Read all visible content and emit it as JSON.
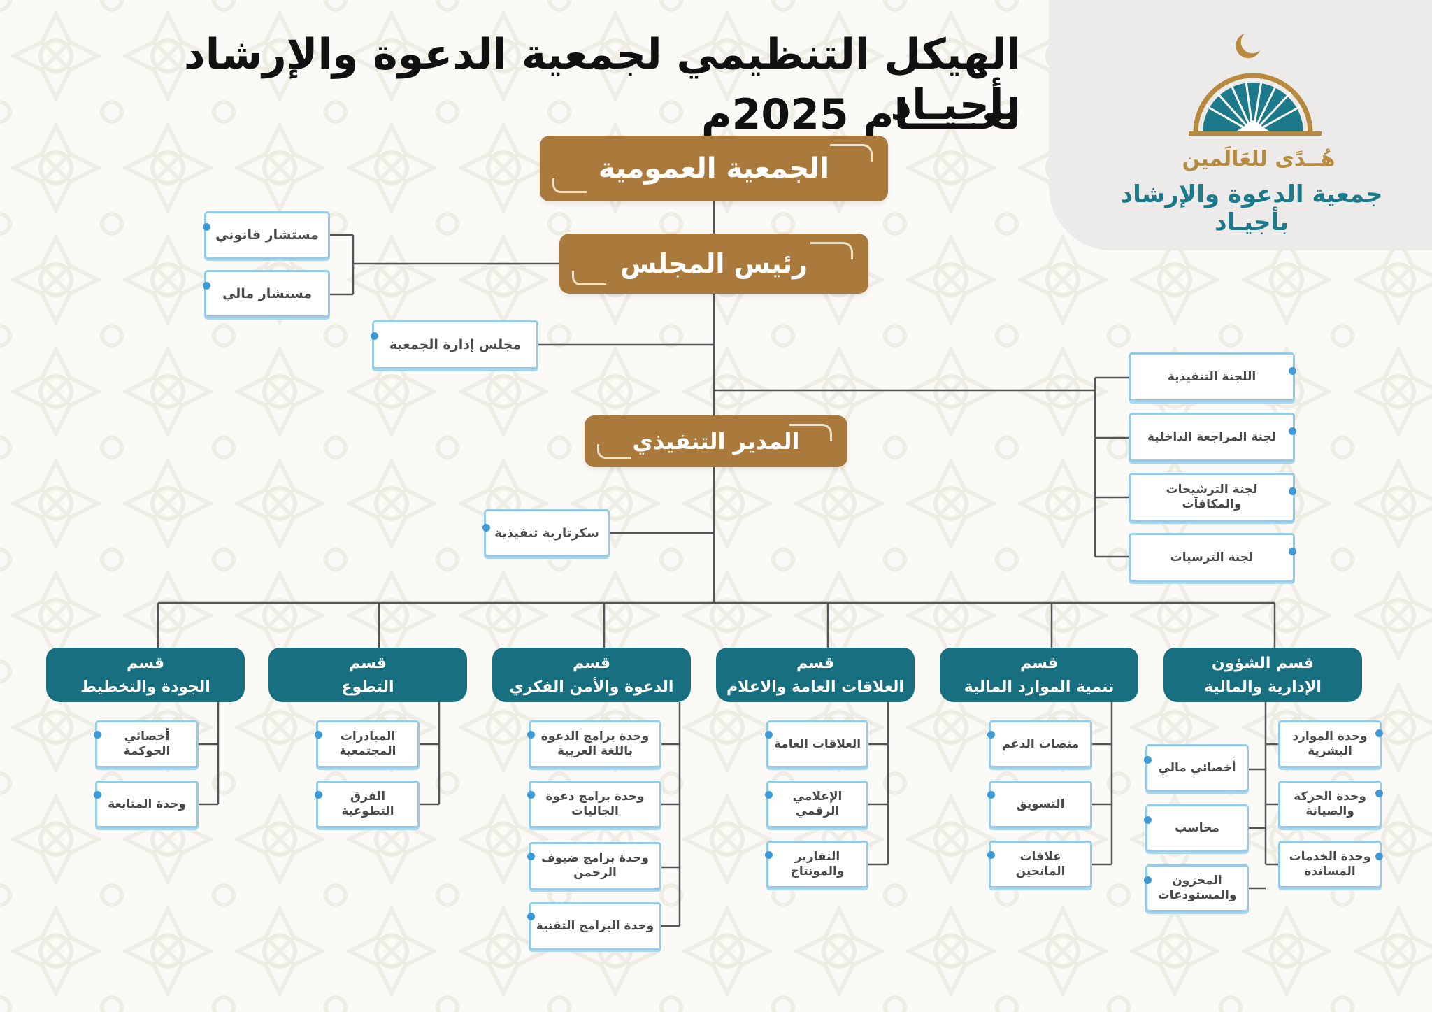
{
  "title": {
    "line1": "الهيكل التنظيمي لجمعية الدعوة والإرشاد بأجيـاد",
    "line2": "لعـــــام 2025م"
  },
  "logo": {
    "brand": "هُــدًى للعَالَمين",
    "subtitle": "جمعية الدعوة والإرشاد بأجيـاد"
  },
  "colors": {
    "gold": "#a97a3b",
    "teal": "#176f7f",
    "box_border": "#94cbe6",
    "dot": "#3e9ad6"
  },
  "top": {
    "general_assembly": "الجمعية العمومية",
    "chairman": "رئيس المجلس",
    "executive_director": "المدير التنفيذي"
  },
  "advisors": {
    "legal": "مستشار قانوني",
    "financial": "مستشار مالي"
  },
  "board": "مجلس إدارة الجمعية",
  "secretariat": "سكرتارية تنفيذية",
  "committees": [
    "اللجنة التنفيذية",
    "لجنة المراجعة الداخلية",
    "لجنة الترشيحات والمكافآت",
    "لجنة الترسيات"
  ],
  "departments": [
    {
      "line1": "قسم الشؤون",
      "line2": "الإدارية والمالية",
      "units_right": [
        "وحدة الموارد البشرية",
        "وحدة الحركة والصيانة",
        "وحدة الخدمات المساندة"
      ],
      "units_left": [
        "أخصائي مالي",
        "محاسب",
        "المخزون والمستودعات"
      ]
    },
    {
      "line1": "قسم",
      "line2": "تنمية الموارد المالية",
      "units": [
        "منصات الدعم",
        "التسويق",
        "علاقات المانحين"
      ]
    },
    {
      "line1": "قسم",
      "line2": "العلاقات العامة والاعلام",
      "units": [
        "العلاقات العامة",
        "الإعلامي الرقمي",
        "التقارير والمونتاج"
      ]
    },
    {
      "line1": "قسم",
      "line2": "الدعوة والأمن الفكري",
      "units": [
        "وحدة برامج الدعوة باللغة العربية",
        "وحدة برامج دعوة الجاليات",
        "وحدة برامج ضيوف الرحمن",
        "وحدة البرامج التقنية"
      ]
    },
    {
      "line1": "قسم",
      "line2": "التطوع",
      "units": [
        "المبادرات المجتمعية",
        "الفرق التطوعية"
      ]
    },
    {
      "line1": "قسم",
      "line2": "الجودة والتخطيط",
      "units": [
        "أخصائي الحوكمة",
        "وحدة المتابعة"
      ]
    }
  ]
}
